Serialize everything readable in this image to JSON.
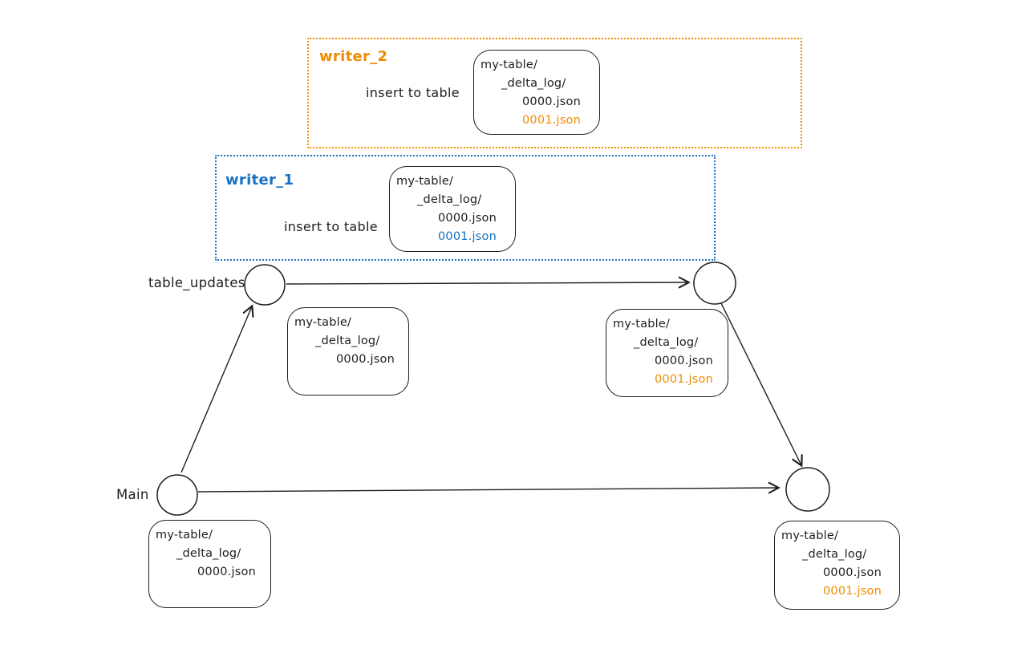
{
  "palette": {
    "ink": "#1e1e1e",
    "orange": "#f08c00",
    "blue": "#1971c2",
    "background": "#ffffff"
  },
  "writer_panels": [
    {
      "name": "writer_2",
      "action_label": "insert to table",
      "accent": "#f08c00",
      "file_box": {
        "lines": [
          "my-table/",
          "_delta_log/",
          "0000.json",
          "0001.json"
        ],
        "highlight_line": "0001.json",
        "highlight_color": "#f08c00"
      }
    },
    {
      "name": "writer_1",
      "action_label": "insert to table",
      "accent": "#1971c2",
      "file_box": {
        "lines": [
          "my-table/",
          "_delta_log/",
          "0000.json",
          "0001.json"
        ],
        "highlight_line": "0001.json",
        "highlight_color": "#1971c2"
      }
    }
  ],
  "branches": [
    {
      "label": "table_updates",
      "start_box": {
        "lines": [
          "my-table/",
          "_delta_log/",
          "0000.json"
        ]
      },
      "end_box": {
        "lines": [
          "my-table/",
          "_delta_log/",
          "0000.json",
          "0001.json"
        ],
        "highlight_line": "0001.json",
        "highlight_color": "#f08c00"
      }
    },
    {
      "label": "Main",
      "start_box": {
        "lines": [
          "my-table/",
          "_delta_log/",
          "0000.json"
        ]
      },
      "end_box": {
        "lines": [
          "my-table/",
          "_delta_log/",
          "0000.json",
          "0001.json"
        ],
        "highlight_line": "0001.json",
        "highlight_color": "#f08c00"
      }
    }
  ]
}
